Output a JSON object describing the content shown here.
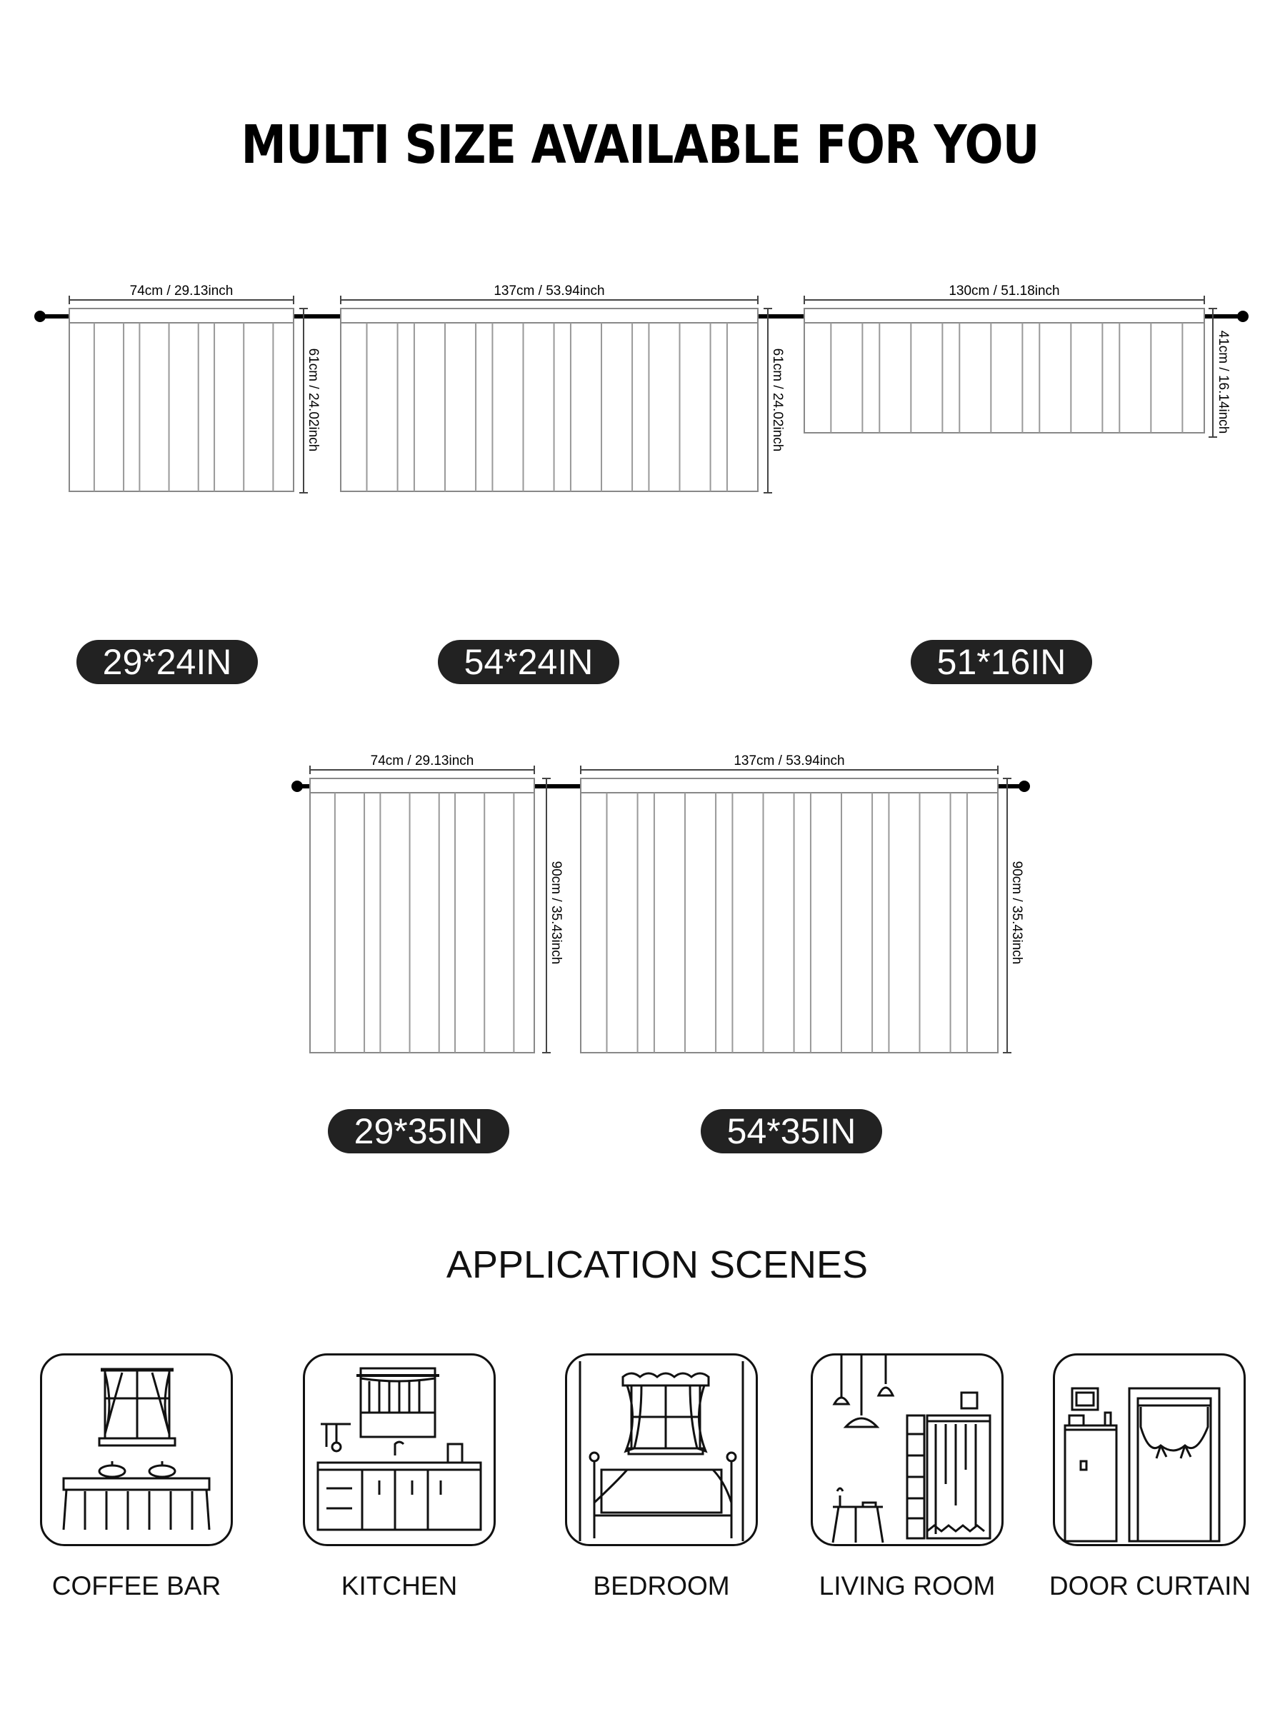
{
  "title": "MULTI SIZE AVAILABLE FOR YOU",
  "sizes": [
    {
      "label": "29*24IN",
      "width": "74cm / 29.13inch",
      "height": "61cm / 24.02inch"
    },
    {
      "label": "54*24IN",
      "width": "137cm / 53.94inch",
      "height": "61cm / 24.02inch"
    },
    {
      "label": "51*16IN",
      "width": "130cm / 51.18inch",
      "height": "41cm / 16.14inch"
    },
    {
      "label": "29*35IN",
      "width": "74cm / 29.13inch",
      "height": "90cm / 35.43inch"
    },
    {
      "label": "54*35IN",
      "width": "137cm / 53.94inch",
      "height": "90cm / 35.43inch"
    }
  ],
  "scenes_title": "APPLICATION SCENES",
  "scenes": [
    {
      "label": "COFFEE BAR",
      "icon": "coffee-bar-icon"
    },
    {
      "label": "KITCHEN",
      "icon": "kitchen-icon"
    },
    {
      "label": "BEDROOM",
      "icon": "bedroom-icon"
    },
    {
      "label": "LIVING ROOM",
      "icon": "living-room-icon"
    },
    {
      "label": "DOOR CURTAIN",
      "icon": "door-curtain-icon"
    }
  ]
}
